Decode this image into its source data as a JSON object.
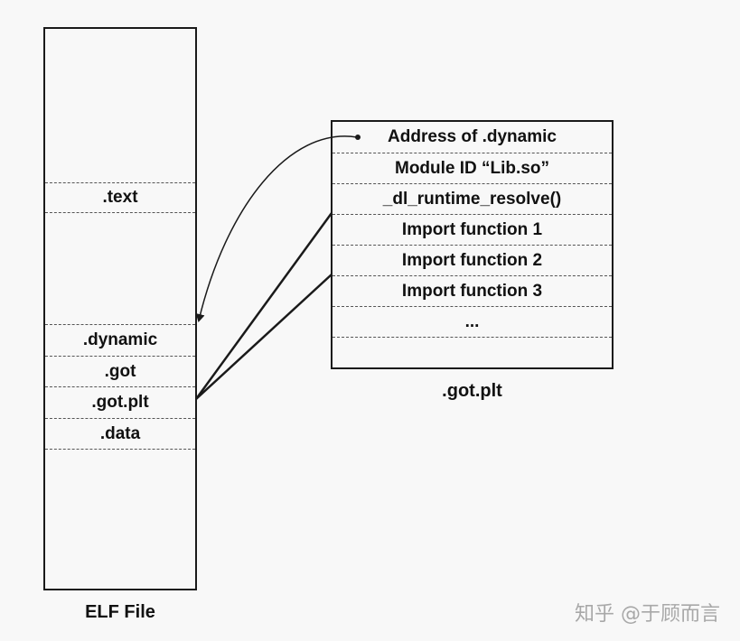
{
  "elf_file": {
    "caption": "ELF File",
    "sections": [
      ".text",
      ".dynamic",
      ".got",
      ".got.plt",
      ".data"
    ]
  },
  "got_plt": {
    "caption": ".got.plt",
    "entries": [
      "Address of .dynamic",
      "Module ID “Lib.so”",
      "_dl_runtime_resolve()",
      "Import function 1",
      "Import function 2",
      "Import function 3",
      "...",
      ""
    ]
  },
  "watermark": "知乎 @于顾而言"
}
